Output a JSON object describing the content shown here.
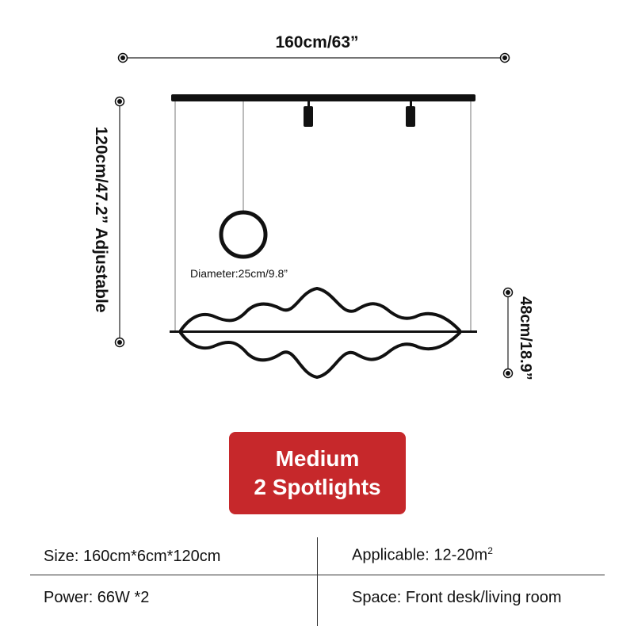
{
  "dimensions": {
    "width_label": "160cm/63”",
    "height_label": "120cm/47.2” Adjustable",
    "wave_height_label": "48cm/18.9”",
    "ring_diameter_label": "Diameter:25cm/9.8”"
  },
  "badge": {
    "line1": "Medium",
    "line2": "2 Spotlights",
    "color": "#c6282b"
  },
  "specs": {
    "size": "Size: 160cm*6cm*120cm",
    "applicable": "Applicable: 12-20m",
    "applicable_sup": "2",
    "power": "Power: 66W *2",
    "space": "Space: Front desk/living room"
  }
}
